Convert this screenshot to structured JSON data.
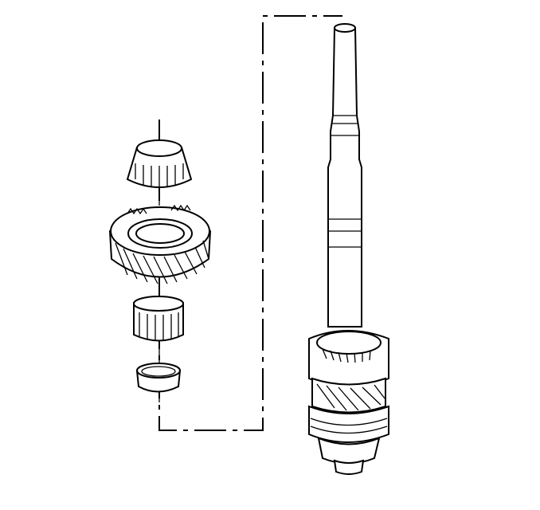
{
  "diagram": {
    "colors": {
      "line": "#000000",
      "background": "#ffffff"
    },
    "parts": [
      "bearing-cone",
      "helical-gear",
      "needle-bearing",
      "bearing-race",
      "input-shaft-assembly"
    ]
  }
}
